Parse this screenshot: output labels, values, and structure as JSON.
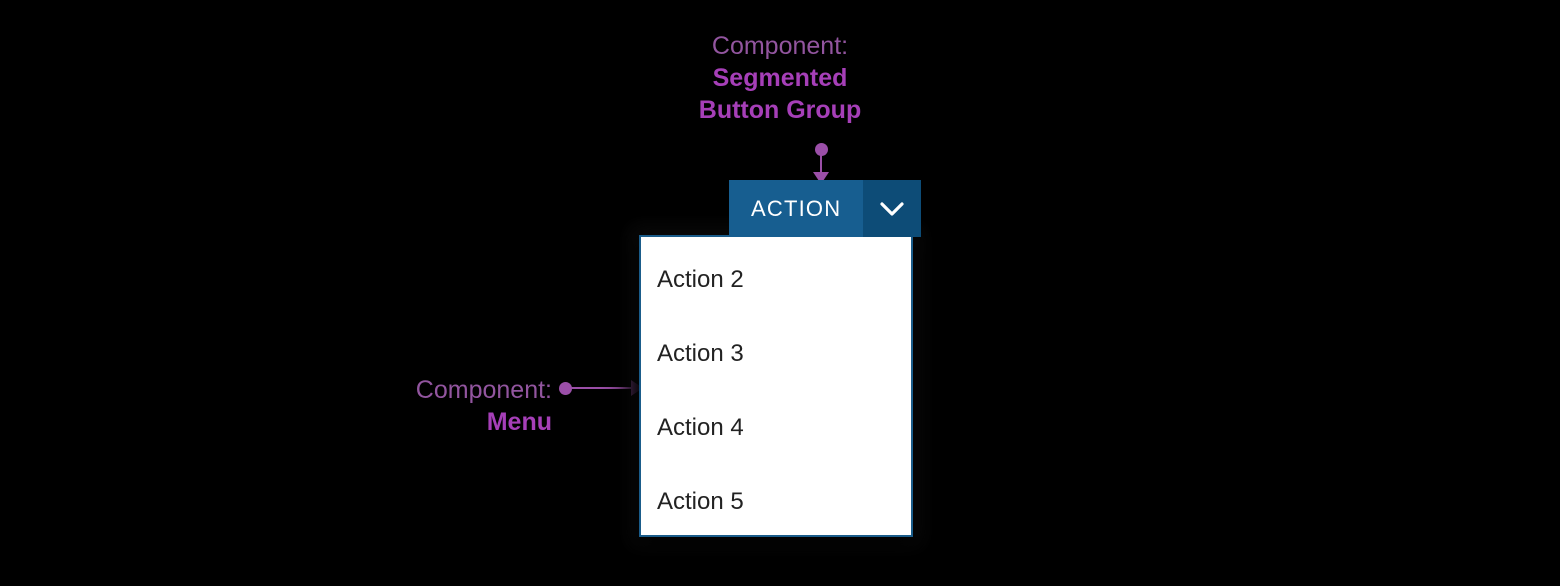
{
  "background_color": "#000000",
  "accent_purple": "#9b4fa8",
  "annotations": [
    {
      "id": "segmented-button-group",
      "lead": "Component:",
      "strong_line_1": "Segmented",
      "strong_line_2": "Button Group",
      "connector": "arrow-down",
      "color": "#9b4fa8"
    },
    {
      "id": "menu",
      "lead": "Component:",
      "strong_line_1": "Menu",
      "connector": "arrow-right",
      "color": "#9b4fa8"
    }
  ],
  "button_group": {
    "action_label": "ACTION",
    "action_color": "#175e90",
    "toggle_color": "#0d4c77",
    "toggle_icon": "chevron-down-icon",
    "text_color": "#ffffff"
  },
  "menu": {
    "border_color": "#1a5c8a",
    "background_color": "#ffffff",
    "text_color": "#222222",
    "items": [
      {
        "label": "Action 2"
      },
      {
        "label": "Action 3"
      },
      {
        "label": "Action 4"
      },
      {
        "label": "Action 5"
      }
    ]
  }
}
